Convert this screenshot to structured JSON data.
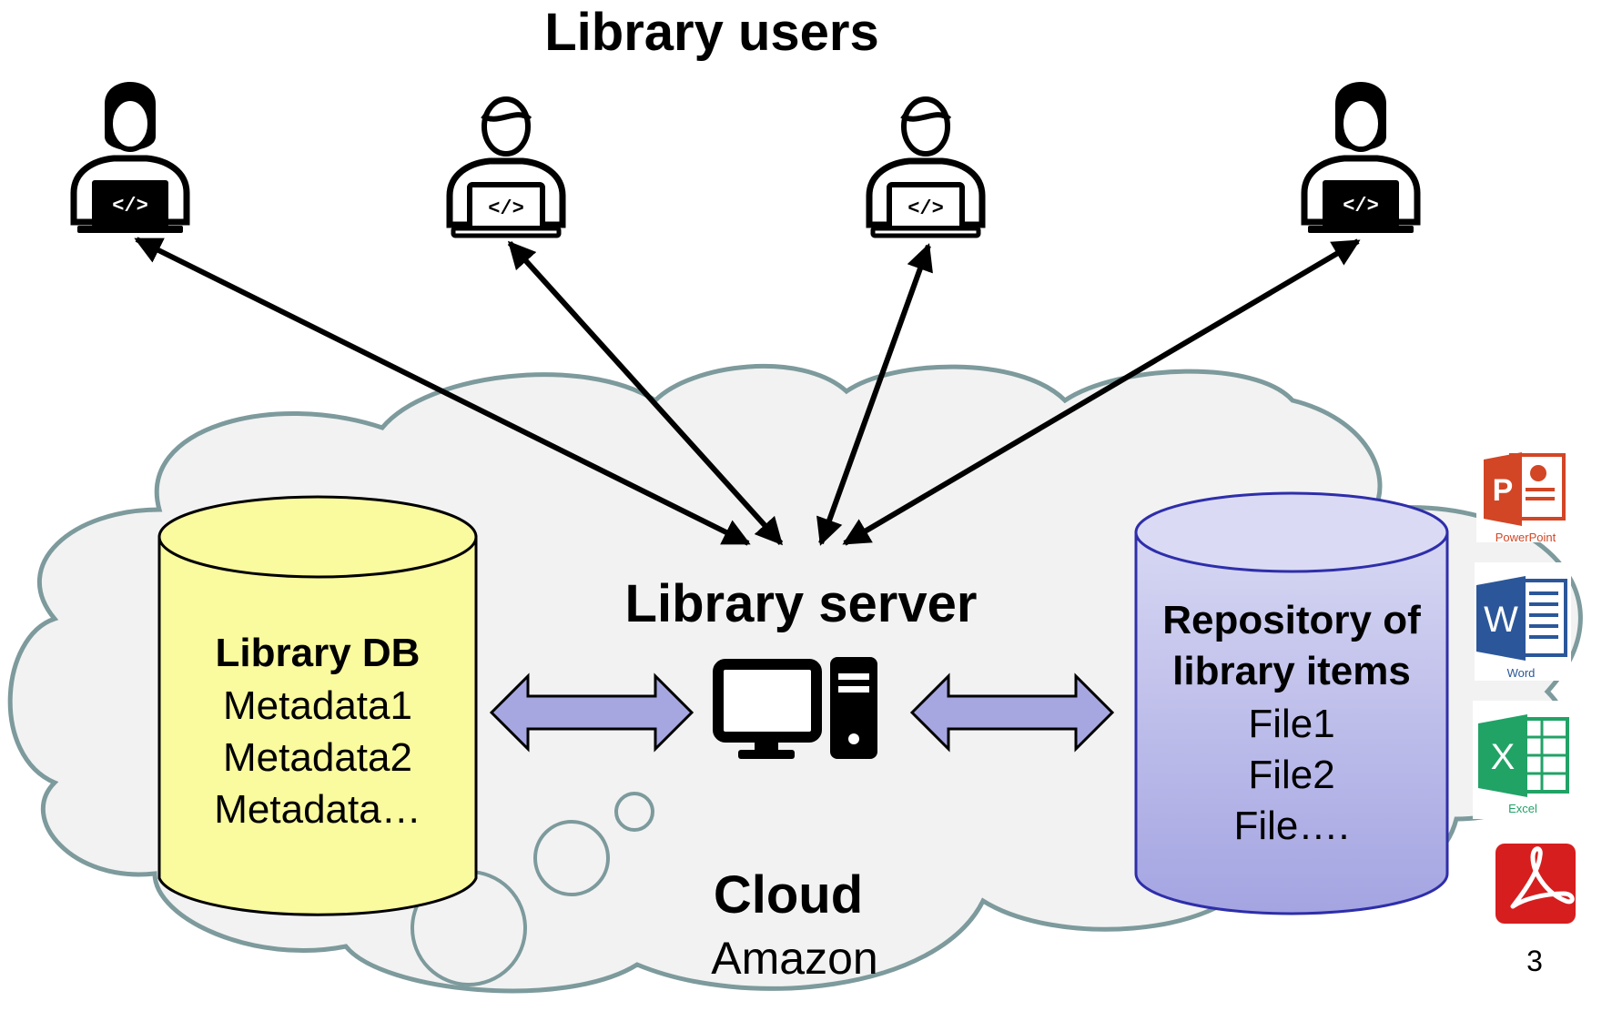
{
  "title": "Library users",
  "server": {
    "label": "Library server"
  },
  "db": {
    "title": "Library DB",
    "lines": [
      "Metadata1",
      "Metadata2",
      "Metadata…"
    ]
  },
  "repository": {
    "title_lines": [
      "Repository of",
      "library items"
    ],
    "lines": [
      "File1",
      "File2",
      "File…."
    ]
  },
  "cloud": {
    "label": "Cloud",
    "provider": "Amazon"
  },
  "file_types": {
    "powerpoint": {
      "letter": "P",
      "caption": "PowerPoint"
    },
    "word": {
      "letter": "W",
      "caption": "Word"
    },
    "excel": {
      "letter": "X",
      "caption": "Excel"
    },
    "pdf": {
      "caption": ""
    }
  },
  "page_number": "3",
  "colors": {
    "db_fill": "#fafa9e",
    "repo_fill_top": "#d7d7f3",
    "repo_fill_bottom": "#a4a4e2",
    "arrow_fill": "#a6a6e0",
    "cloud_fill": "#f2f2f2",
    "cloud_stroke": "#7d9a9c",
    "powerpoint": "#d24625",
    "word": "#2b579a",
    "excel": "#21a366",
    "pdf": "#d61e1e"
  },
  "icons": [
    "user-laptop-icon",
    "server-computer-icon",
    "powerpoint-icon",
    "word-icon",
    "excel-icon",
    "pdf-icon"
  ]
}
